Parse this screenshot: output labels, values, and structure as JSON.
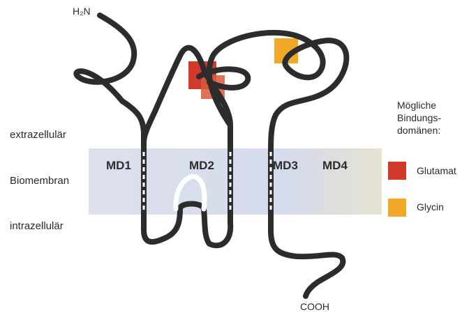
{
  "labels": {
    "n_terminus": "H₂N",
    "c_terminus": "COOH",
    "extracellular": "extrazellulär",
    "membrane": "Biomembran",
    "intracellular": "intrazellulär"
  },
  "domains": [
    "MD1",
    "MD2",
    "MD3",
    "MD4"
  ],
  "legend": {
    "title_lines": [
      "Mögliche",
      "Bindungs-",
      "domänen:"
    ],
    "items": [
      {
        "label": "Glutamat",
        "color": "#d23a2c"
      },
      {
        "label": "Glycin",
        "color": "#f2a928"
      }
    ]
  },
  "colors": {
    "membrane": "#d7dcec",
    "chain": "#2c2c2c",
    "glutamate": "#d23a2c",
    "glycine": "#f2a928"
  }
}
